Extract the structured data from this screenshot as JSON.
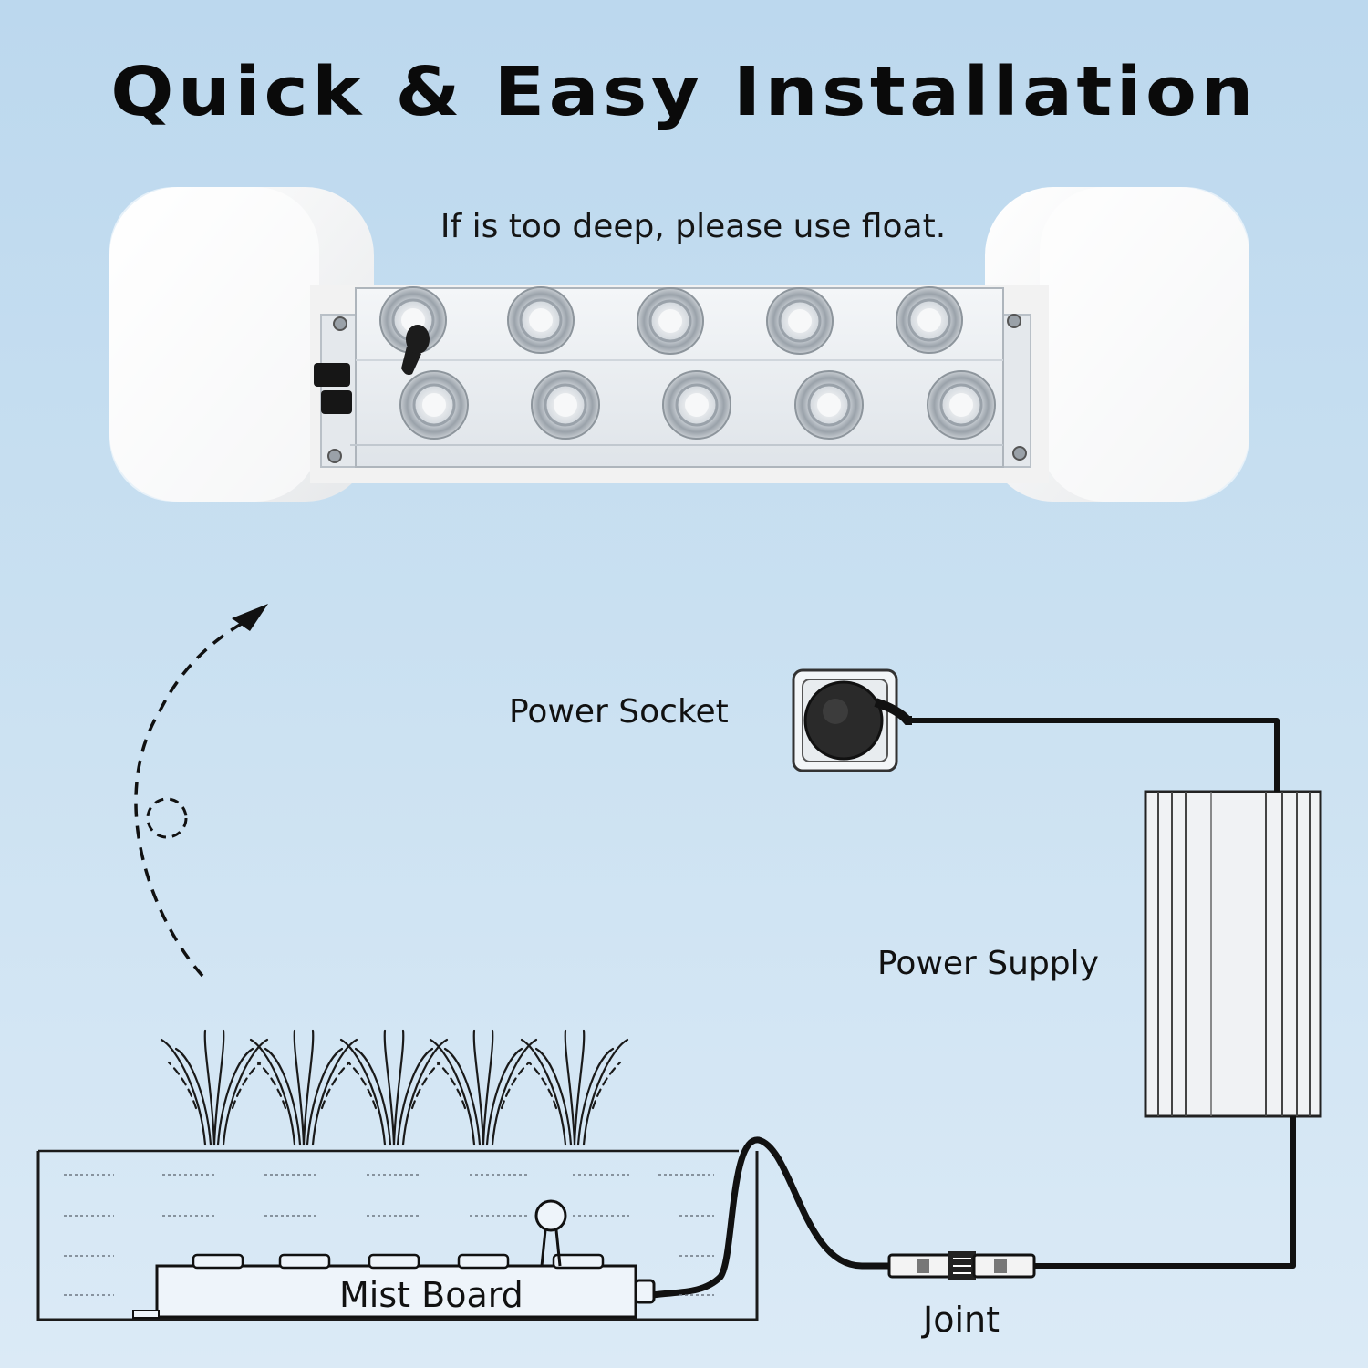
{
  "title": "Quick & Easy Installation",
  "subtitle": "If is too deep, please use float.",
  "labels": {
    "power_socket": "Power Socket",
    "power_supply": "Power Supply",
    "mist_board": "Mist Board",
    "joint": "Joint"
  },
  "colors": {
    "background_top": "#bcd8ee",
    "background_bottom": "#dbeaf6",
    "text": "#0a0a0a",
    "cable": "#111111",
    "float": "#f7f7f7",
    "steel": "#e9edf1"
  },
  "mist_board": {
    "nozzle_rows": 2,
    "nozzles_per_row": 5
  }
}
